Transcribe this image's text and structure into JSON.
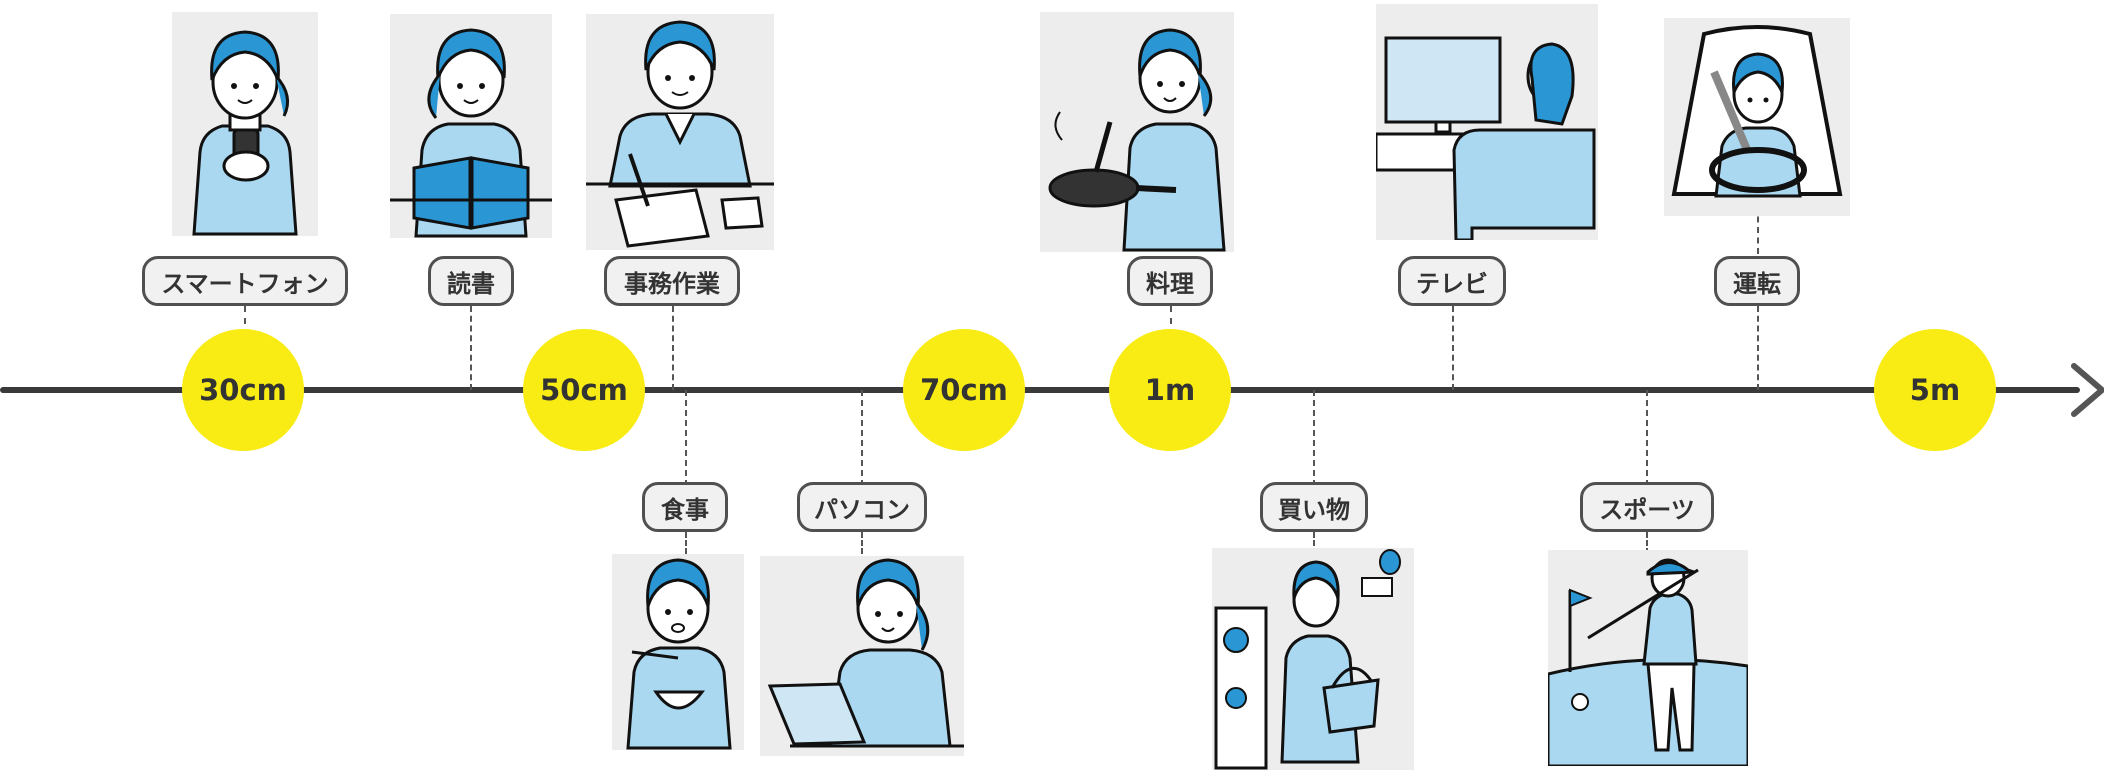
{
  "axis": {
    "markers": [
      "30cm",
      "50cm",
      "70cm",
      "1m",
      "5m"
    ]
  },
  "activities": [
    {
      "id": "smartphone",
      "label": "スマートフォン",
      "icon": "woman-with-smartphone-icon"
    },
    {
      "id": "reading",
      "label": "読書",
      "icon": "woman-reading-book-icon"
    },
    {
      "id": "desk-work",
      "label": "事務作業",
      "icon": "woman-writing-documents-icon"
    },
    {
      "id": "meal",
      "label": "食事",
      "icon": "woman-eating-rice-icon"
    },
    {
      "id": "pc",
      "label": "パソコン",
      "icon": "woman-using-laptop-icon"
    },
    {
      "id": "cooking",
      "label": "料理",
      "icon": "woman-cooking-pan-icon"
    },
    {
      "id": "shopping",
      "label": "買い物",
      "icon": "woman-shopping-basket-icon"
    },
    {
      "id": "tv",
      "label": "テレビ",
      "icon": "woman-watching-tv-icon"
    },
    {
      "id": "sports",
      "label": "スポーツ",
      "icon": "woman-playing-golf-icon"
    },
    {
      "id": "driving",
      "label": "運転",
      "icon": "woman-driving-car-icon"
    }
  ],
  "colors": {
    "marker": "#f8ec14",
    "hair": "#2a97d4",
    "clothing": "#a9d8f0",
    "axis": "#3a3a3a",
    "pill_bg": "#f1f1f1"
  }
}
